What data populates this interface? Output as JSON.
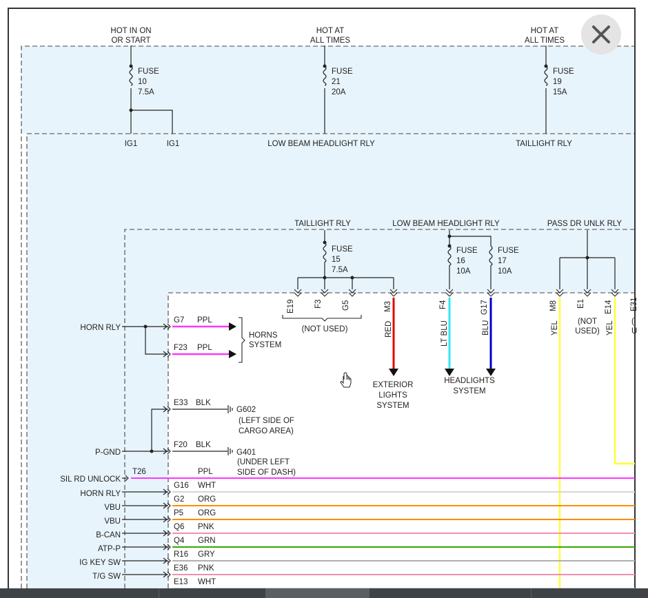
{
  "colors": {
    "background": "#ffffff",
    "panel_fill": "#e8f4fb",
    "wire_black": "#222222",
    "ppl": "#ff33ff",
    "red": "#e60000",
    "lt_blu": "#33e6f2",
    "blu": "#0000cc",
    "yel": "#ffff33",
    "org": "#ff8c00",
    "pnk": "#f28cb4",
    "grn": "#33aa00",
    "gry": "#b0b0b0",
    "wht": "#d6d6d6"
  },
  "header": {
    "hot_ign_1": "HOT IN ON",
    "hot_ign_2": "OR START",
    "hot_all_1": "HOT AT",
    "hot_all_2": "ALL TIMES",
    "hot_all_b1": "HOT AT",
    "hot_all_b2": "ALL TIMES"
  },
  "fuses": {
    "f10": {
      "label": "FUSE",
      "num": "10",
      "amps": "7.5A"
    },
    "f21": {
      "label": "FUSE",
      "num": "21",
      "amps": "20A"
    },
    "f19": {
      "label": "FUSE",
      "num": "19",
      "amps": "15A"
    },
    "f15": {
      "label": "FUSE",
      "num": "15",
      "amps": "7.5A"
    },
    "f16": {
      "label": "FUSE",
      "num": "16",
      "amps": "10A"
    },
    "f17": {
      "label": "FUSE",
      "num": "17",
      "amps": "10A"
    }
  },
  "supply_labels": {
    "ig1_a": "IG1",
    "ig1_b": "IG1",
    "low_beam_top": "LOW BEAM HEADLIGHT RLY",
    "taillight_top": "TAILLIGHT RLY",
    "taillight_rly": "TAILLIGHT RLY",
    "low_beam_rly": "LOW BEAM HEADLIGHT RLY",
    "pass_dr": "PASS DR UNLK RLY"
  },
  "pins": {
    "e19": "E19",
    "f3": "F3",
    "g5": "G5",
    "m3": "M3",
    "f4": "F4",
    "g17": "G17",
    "m8": "M8",
    "e1": "E1",
    "e14": "E14",
    "e31": "E31"
  },
  "wire_colors_vertical": {
    "red": "RED",
    "lt_blu": "LT BLU",
    "blu": "BLU",
    "yel_a": "YEL",
    "yel_b": "YEL"
  },
  "notes": {
    "not_used": "(NOT USED)",
    "not_used_e1_1": "(NOT",
    "not_used_e1_2": "USED)",
    "exterior_1": "EXTERIOR",
    "exterior_2": "LIGHTS",
    "exterior_3": "SYSTEM",
    "headlights_1": "HEADLIGHTS",
    "headlights_2": "SYSTEM",
    "horns_1": "HORNS",
    "horns_2": "SYSTEM",
    "g602": "G602",
    "g602_note_1": "(LEFT SIDE OF",
    "g602_note_2": "CARGO AREA)",
    "g401": "G401",
    "g401_note_1": "(UNDER LEFT",
    "g401_note_2": "SIDE OF DASH)",
    "clipped_left": "(",
    "clipped_u": "U"
  },
  "left_labels": {
    "horn_rly": "HORN RLY",
    "p_gnd": "P-GND",
    "sil_rd_unlock": "SIL RD UNLOCK",
    "horn_rly_2": "HORN RLY",
    "vbu_1": "VBU",
    "vbu_2": "VBU",
    "b_can": "B-CAN",
    "atp_p": "ATP-P",
    "ig_key_sw": "IG KEY SW",
    "tg_sw": "T/G SW"
  },
  "connector_rows": [
    {
      "pin": "G7",
      "color": "PPL"
    },
    {
      "pin": "F23",
      "color": "PPL"
    },
    {
      "pin": "E33",
      "color": "BLK"
    },
    {
      "pin": "F20",
      "color": "BLK"
    },
    {
      "pin": "T26",
      "color": "PPL"
    },
    {
      "pin": "G16",
      "color": "WHT"
    },
    {
      "pin": "G2",
      "color": "ORG"
    },
    {
      "pin": "P5",
      "color": "ORG"
    },
    {
      "pin": "Q6",
      "color": "PNK"
    },
    {
      "pin": "Q4",
      "color": "GRN"
    },
    {
      "pin": "R16",
      "color": "GRY"
    },
    {
      "pin": "E36",
      "color": "PNK"
    },
    {
      "pin": "E13",
      "color": "WHT"
    }
  ],
  "icons": {
    "close": "close-icon",
    "cursor": "hand-cursor-icon"
  }
}
